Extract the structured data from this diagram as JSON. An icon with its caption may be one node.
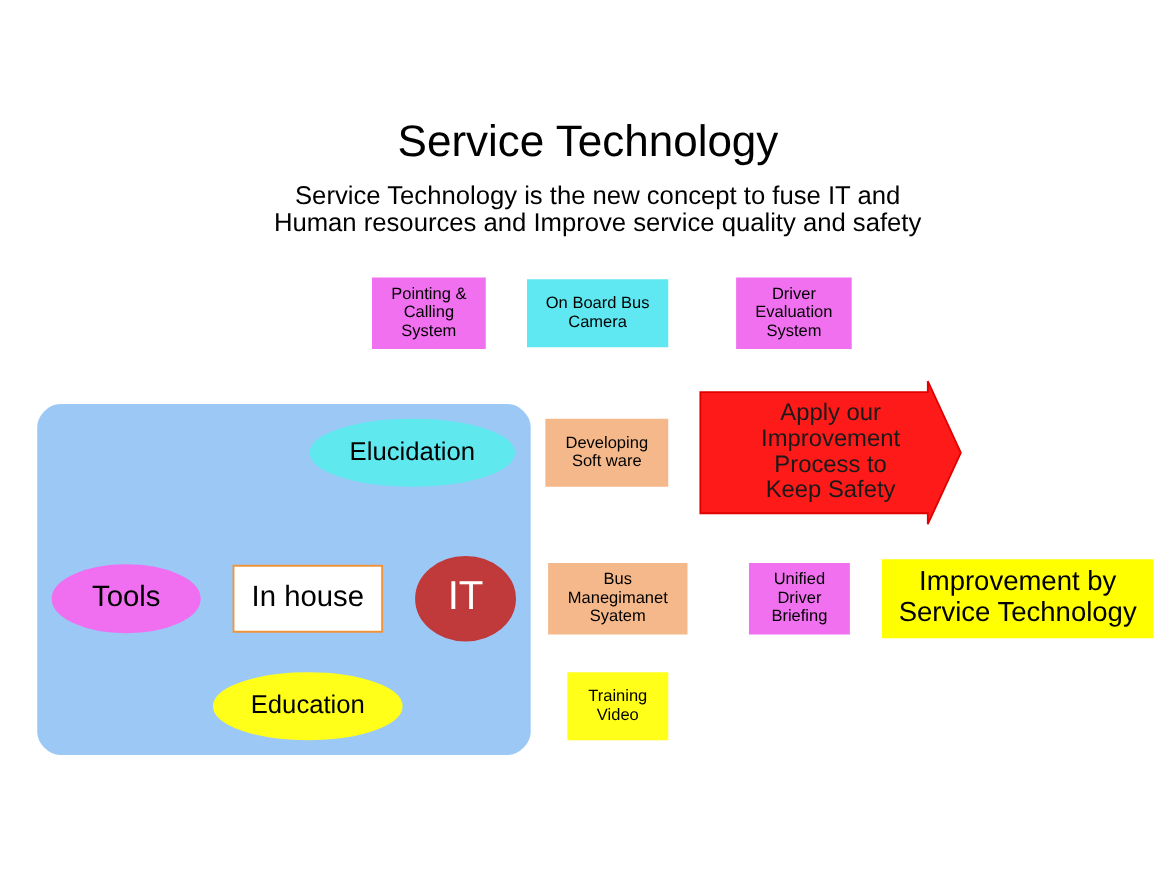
{
  "diagram": {
    "title": "Service Technology",
    "nodes": [
      {
        "text": [
          "Apply our Improvement Process to Keep Safety"
        ]
      },
      {
        "text": [],
        "shape": "ellipse"
      },
      {
        "text": [
          "Elucidation"
        ],
        "in": 1
      },
      {
        "text": [
          "Tools"
        ],
        "in": 1
      },
      {
        "text": [
          "In house"
        ],
        "in": 1
      },
      {
        "text": [
          "IT"
        ],
        "in": 1
      },
      {
        "text": [
          "Education"
        ],
        "in": 1
      },
      {
        "text": [
          "Pointing & Calling System"
        ]
      },
      {
        "text": [
          "On Board Bus Camera"
        ]
      },
      {
        "text": [
          "Driver Evaluation System"
        ]
      },
      {
        "text": [
          "Developing Soft ware"
        ]
      },
      {
        "text": [
          "Bus Manegimanet Syatem"
        ]
      },
      {
        "text": [
          "Unified Driver Briefing"
        ]
      },
      {
        "text": [
          "Training Video"
        ]
      },
      {
        "text": [
          "Improvement by Service Technology"
        ]
      }
    ],
    "edges": [],
    "labels": [
      "Service Technology is the new concept to fuse IT and Human resources and Improve service quality and safety"
    ]
  }
}
